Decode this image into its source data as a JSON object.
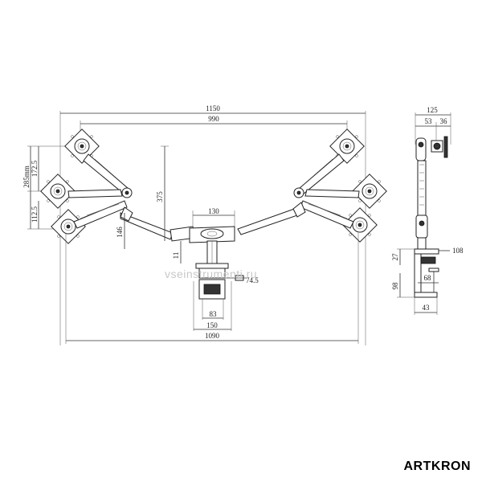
{
  "front_view": {
    "dims": {
      "overall_width": "1150",
      "inner_width": "990",
      "bottom_width": "1090",
      "vesa_span": "285mm",
      "upper_step": "172.5",
      "lower_step": "112.5",
      "arm_height": "375",
      "pole_height": "146",
      "base_gap": "11",
      "center_span": "130",
      "clamp_offset": "74.5",
      "clamp_inner": "83",
      "clamp_outer": "150"
    }
  },
  "side_view": {
    "dims": {
      "total": "125",
      "part_a": "53",
      "part_b": "36",
      "clamp_depth": "108",
      "base_height": "27",
      "clamp_width": "68",
      "clamp_height": "98",
      "clamp_bottom": "43"
    }
  },
  "watermark": "vseinstrumenti.ru",
  "brand": "ARTKRON"
}
